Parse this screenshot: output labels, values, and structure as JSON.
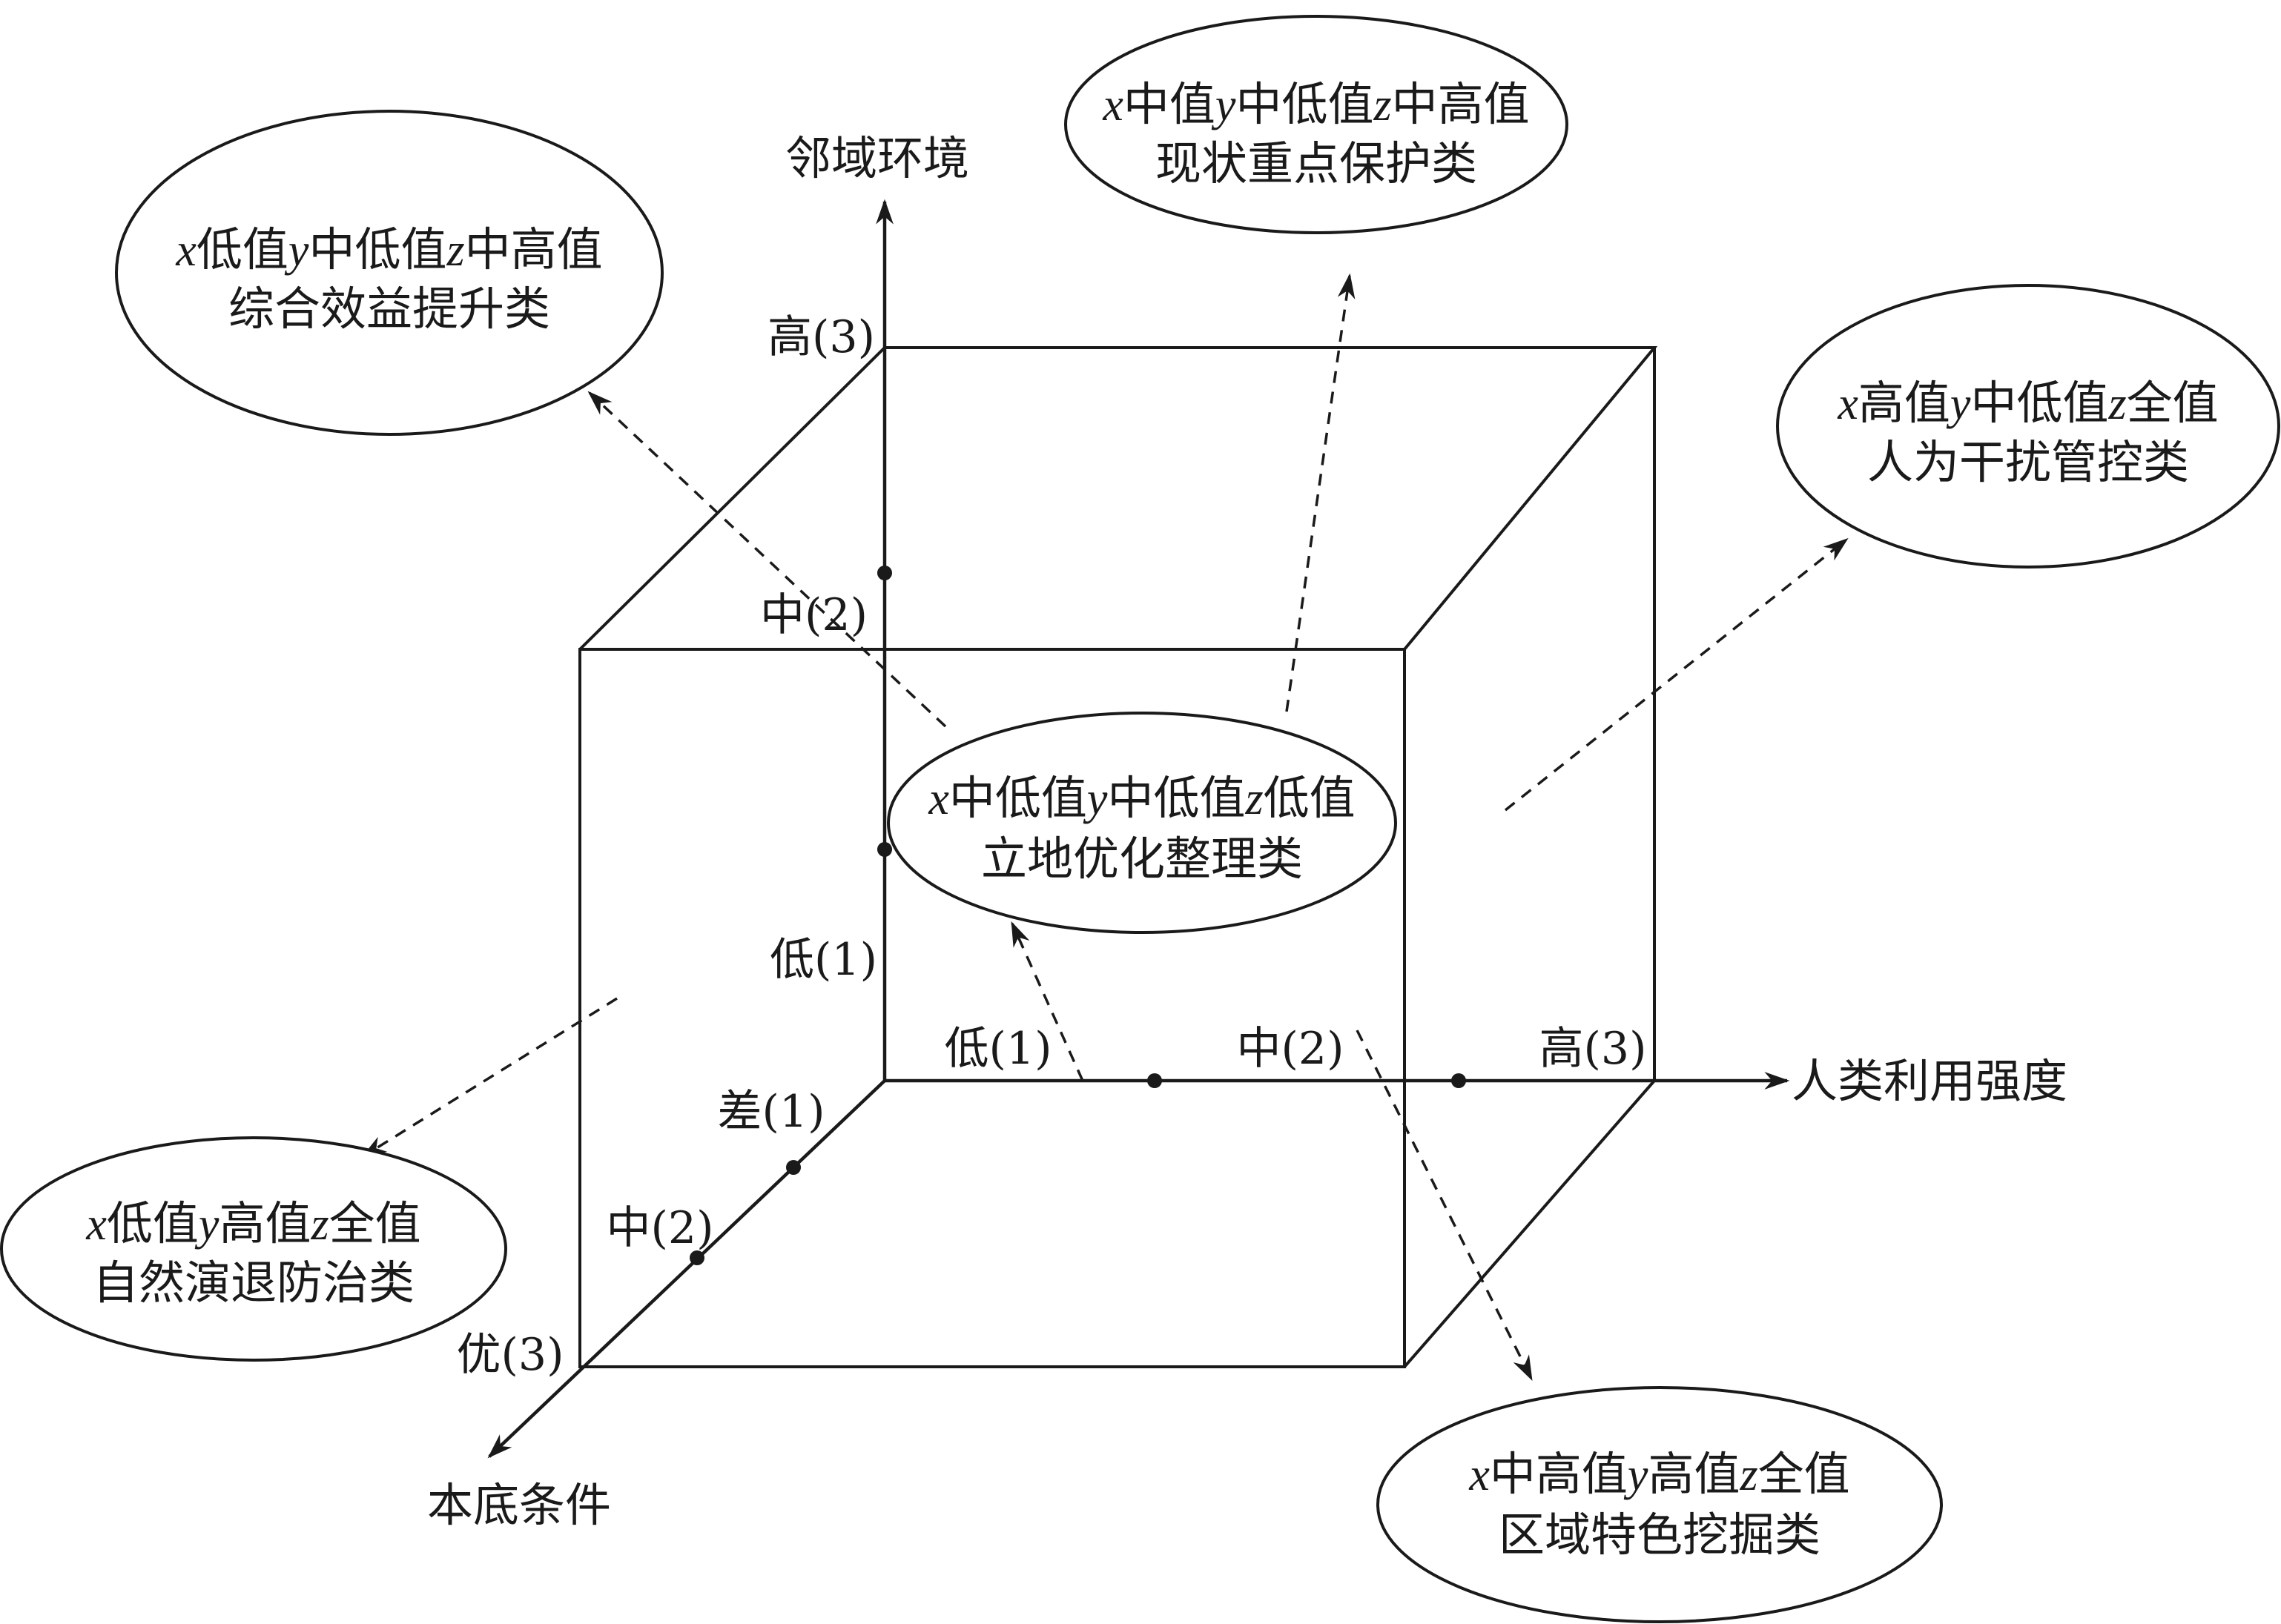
{
  "axes": {
    "y_axis_label": "邻域环境",
    "x_axis_label": "人类利用强度",
    "z_axis_label": "本底条件"
  },
  "ticks": {
    "vertical": [
      "高(3)",
      "中(2)",
      "低(1)"
    ],
    "horizontal": [
      "低(1)",
      "中(2)",
      "高(3)"
    ],
    "depth": [
      "差(1)",
      "中(2)",
      "优(3)"
    ]
  },
  "ellipses": {
    "top_left": {
      "line1": [
        "x",
        "低值",
        "y",
        "中低值",
        "z",
        "中高值"
      ],
      "line2": "综合效益提升类"
    },
    "top_center": {
      "line1": [
        "x",
        "中值",
        "y",
        "中低值",
        "z",
        "中高值"
      ],
      "line2": "现状重点保护类"
    },
    "right": {
      "line1": [
        "x",
        "高值",
        "y",
        "中低值",
        "z",
        "全值"
      ],
      "line2": "人为干扰管控类"
    },
    "center": {
      "line1": [
        "x",
        "中低值",
        "y",
        "中低值",
        "z",
        "低值"
      ],
      "line2": "立地优化整理类"
    },
    "bottom_left": {
      "line1": [
        "x",
        "低值",
        "y",
        "高值",
        "z",
        "全值"
      ],
      "line2": "自然演退防治类"
    },
    "bottom_right": {
      "line1": [
        "x",
        "中高值",
        "y",
        "高值",
        "z",
        "全值"
      ],
      "line2": "区域特色挖掘类"
    }
  }
}
